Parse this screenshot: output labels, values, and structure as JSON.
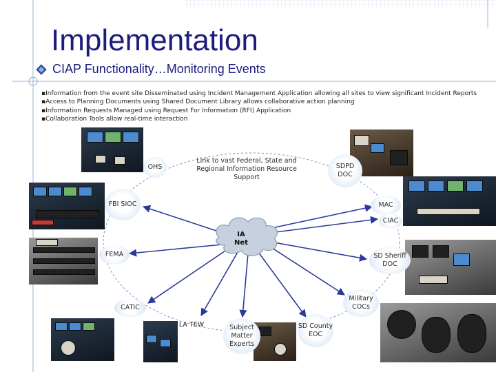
{
  "header": {
    "title": "Implementation",
    "subtitle": "CIAP Functionality…Monitoring Events"
  },
  "bullets": [
    "Information from the event site Disseminated using Incident Management Application allowing all sites to view significant Incident Reports",
    "Access to Planning Documents using Shared Document Library allows collaborative action planning",
    "Information Requests Managed using Request For Information (RFI) Application",
    "Collaboration Tools allow real-time interaction"
  ],
  "diagram": {
    "center": "IA Net",
    "link_caption": "Link to vast Federal, State and Regional Information Resource Support",
    "nodes": {
      "ohs": "OHS",
      "sdpd": "SDPD DOC",
      "fbi": "FBI SIOC",
      "mac": "MAC",
      "ciac": "CIAC",
      "fema": "FEMA",
      "sd_sheriff": "SD Sheriff DOC",
      "military": "Military COCs",
      "catic": "CATIC",
      "la_tew": "LA TEW",
      "sme": "Subject Matter Experts",
      "sd_county": "SD County EOC"
    }
  },
  "colors": {
    "title": "#1c1c80",
    "accent_line": "#9ab6d6",
    "arrow": "#2a3a9a",
    "dashed_ring": "#8a8acb",
    "node_fill": "#cfe0f4"
  }
}
